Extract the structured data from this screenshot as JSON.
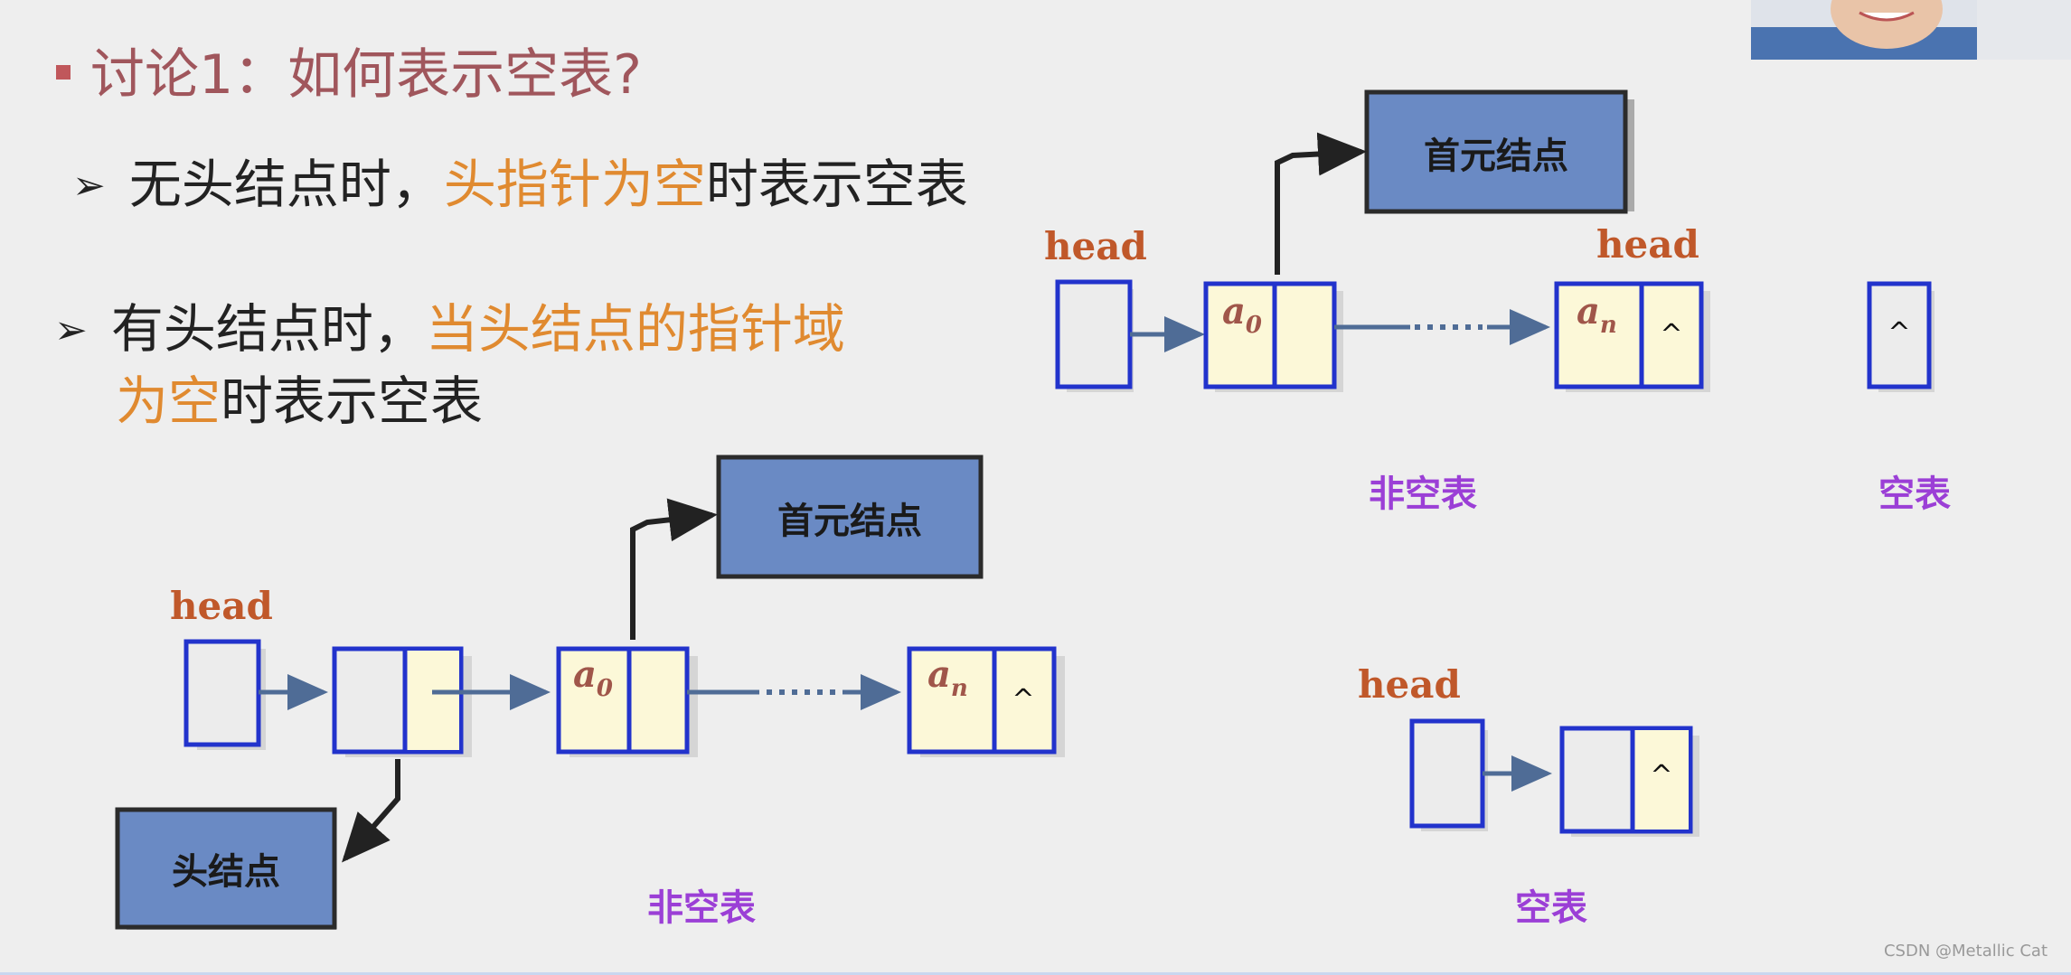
{
  "slide": {
    "title": "讨论1：如何表示空表?",
    "bullet1": {
      "arrow": "➢",
      "plain1": "无头结点时，",
      "highlight": "头指针为空",
      "plain2": "时表示空表"
    },
    "bullet2": {
      "arrow": "➢",
      "plain1": "有头结点时，",
      "highlight1": "当头结点的指针域",
      "highlight2": "为空",
      "plain2": "时表示空表"
    }
  },
  "diagram": {
    "head_label": "head",
    "first_node_label": "首元结点",
    "head_node_label": "头结点",
    "node_a0": "a",
    "sub_0": "0",
    "node_an": "a",
    "sub_n": "n",
    "null_symbol": "^",
    "nonempty_caption": "非空表",
    "empty_caption": "空表"
  },
  "colors": {
    "node_border": "#2233cc",
    "node_fill_head": "#ececec",
    "node_fill_data": "#fcf8d8",
    "label_box_fill": "#6a8ac4",
    "arrow_color": "#4f6c96",
    "head_text": "#c0582a",
    "caption": "#9b3fd6",
    "title_color": "#a0565c",
    "highlight": "#e08a30"
  },
  "watermark": "CSDN @Metallic Cat",
  "webcam_icon": "person-webcam-icon"
}
